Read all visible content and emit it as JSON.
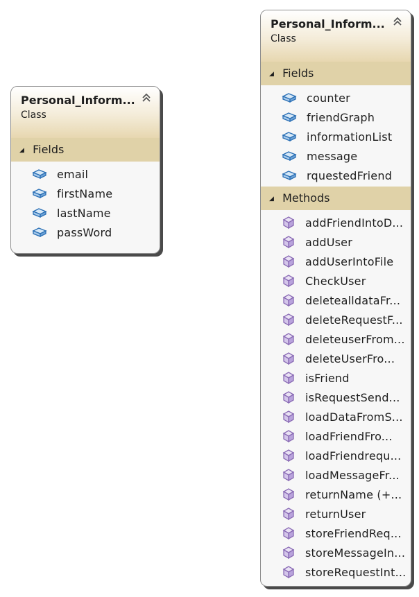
{
  "classes": [
    {
      "name": "Personal_Inform...",
      "stereotype": "Class",
      "sections": [
        {
          "title": "Fields",
          "kind": "field",
          "items": [
            "email",
            "firstName",
            "lastName",
            "passWord"
          ]
        }
      ]
    },
    {
      "name": "Personal_Inform...",
      "stereotype": "Class",
      "sections": [
        {
          "title": "Fields",
          "kind": "field",
          "items": [
            "counter",
            "friendGraph",
            "informationList",
            "message",
            "rquestedFriend"
          ]
        },
        {
          "title": "Methods",
          "kind": "method",
          "items": [
            "addFriendIntoD...",
            "addUser",
            "addUserIntoFile",
            "CheckUser",
            "deletealldataFr...",
            "deleteRequestF...",
            "deleteuserFrom...",
            "deleteUserFro...",
            "isFriend",
            "isRequestSend...",
            "loadDataFromS...",
            "loadFriendFro...",
            "loadFriendrequ...",
            "loadMessageFr...",
            "returnName  (+...",
            "returnUser",
            "storeFriendReq...",
            "storeMessageIn...",
            "storeRequestInt..."
          ]
        }
      ]
    }
  ],
  "icons": {
    "field": "field-icon",
    "method": "method-icon",
    "section_toggle": "collapse-triangle-icon",
    "header_toggle": "chevron-up-double-icon"
  },
  "colors": {
    "header_gradient_end": "#e7d7b0",
    "section_bar": "#e0d2a8",
    "field_icon": "#2a6fb5",
    "method_icon": "#8a6bb5"
  }
}
